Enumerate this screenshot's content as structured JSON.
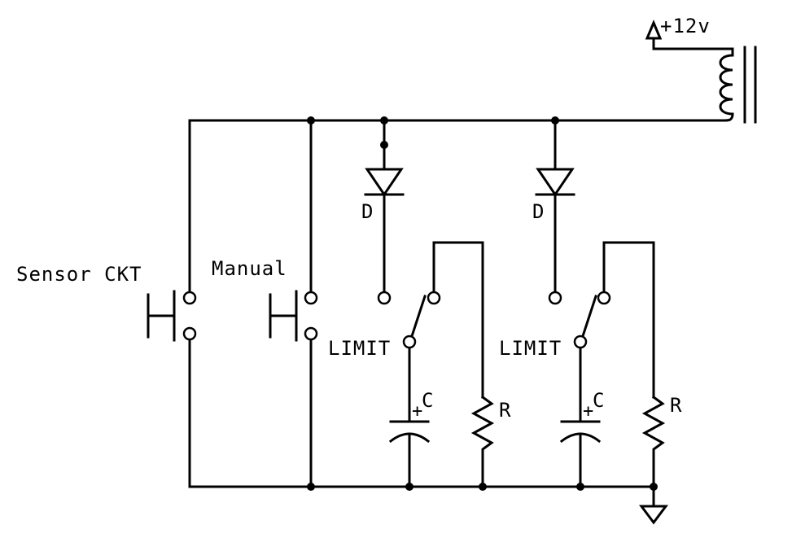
{
  "labels": {
    "supply": "+12v",
    "sensor": "Sensor CKT",
    "manual": "Manual",
    "diode_1": "D",
    "diode_2": "D",
    "limit_1": "LIMIT",
    "limit_2": "LIMIT",
    "cap_1": "C",
    "cap_2": "C",
    "res_1": "R",
    "res_2": "R",
    "plus": "+"
  }
}
